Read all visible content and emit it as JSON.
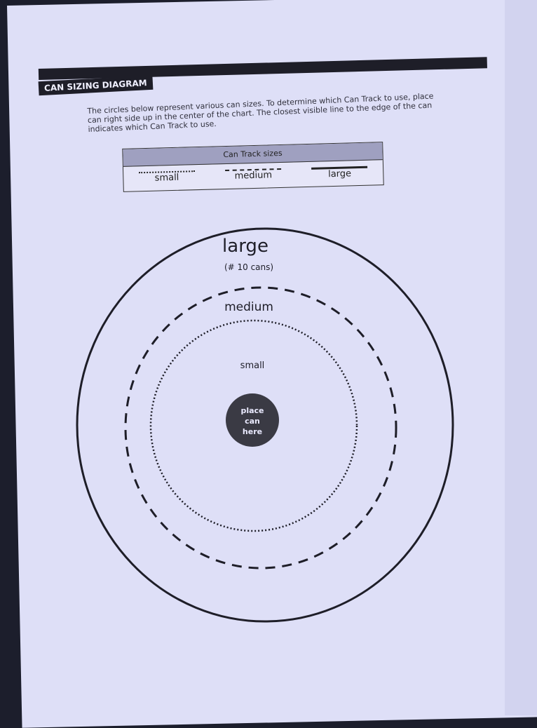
{
  "title": "CAN SIZING DIAGRAM",
  "intro": "The circles below represent various can sizes.  To determine which Can Track to use, place can right side up in the center of the chart.  The closest visible line to the edge of the can indicates which Can Track to use.",
  "legend": {
    "heading": "Can Track sizes",
    "items": [
      {
        "label": "small",
        "style": "dotted"
      },
      {
        "label": "medium",
        "style": "dashed"
      },
      {
        "label": "large",
        "style": "solid"
      }
    ]
  },
  "diagram": {
    "large_label": "large",
    "large_note": "(# 10 cans)",
    "medium_label": "medium",
    "small_label": "small",
    "center_lines": [
      "place",
      "can",
      "here"
    ]
  }
}
